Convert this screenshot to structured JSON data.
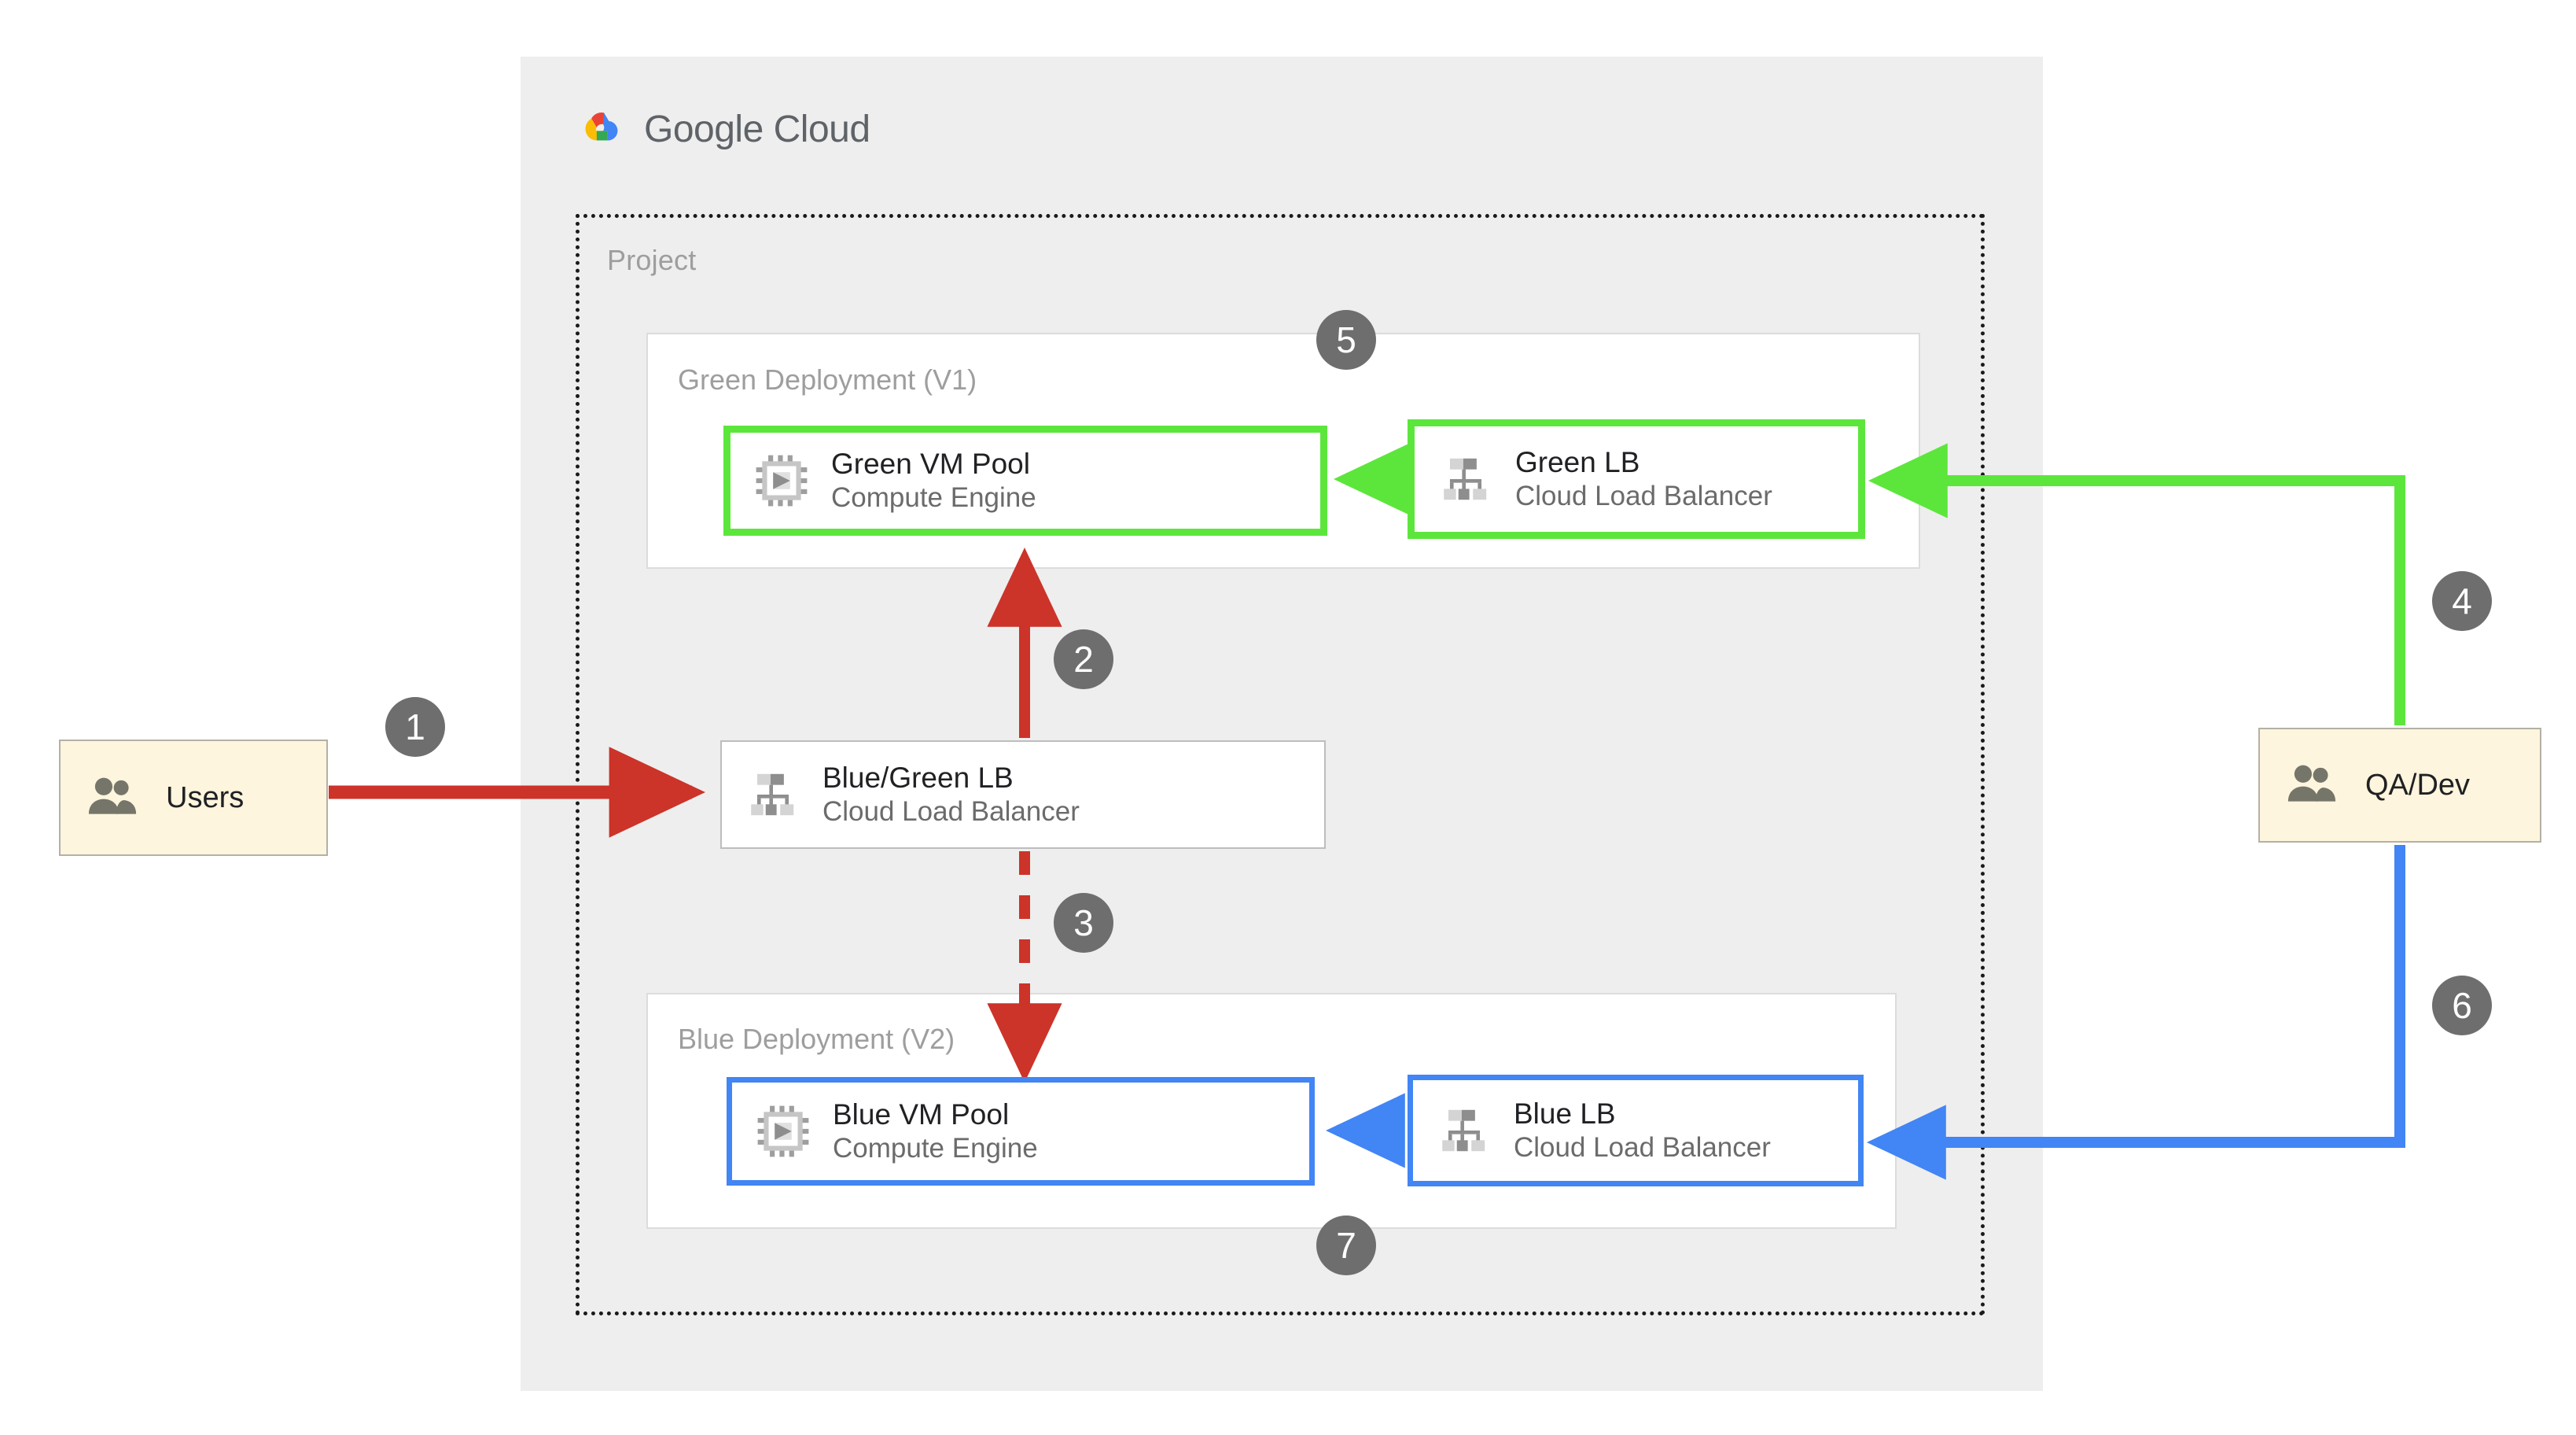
{
  "brand": {
    "logo_icon": "google-cloud-logo-icon",
    "name_part1": "Google",
    "name_part2": "Cloud"
  },
  "containers": {
    "project_label": "Project",
    "green_deployment_label": "Green Deployment (V1)",
    "blue_deployment_label": "Blue Deployment (V2)"
  },
  "actors": {
    "users": {
      "label": "Users",
      "icon": "people-icon"
    },
    "qa_dev": {
      "label": "QA/Dev",
      "icon": "people-icon"
    }
  },
  "nodes": {
    "green_vm": {
      "title": "Green VM Pool",
      "subtitle": "Compute Engine",
      "icon": "cpu-chip-icon"
    },
    "green_lb": {
      "title": "Green LB",
      "subtitle": "Cloud Load Balancer",
      "icon": "load-balancer-icon"
    },
    "bg_lb": {
      "title": "Blue/Green LB",
      "subtitle": "Cloud Load Balancer",
      "icon": "load-balancer-icon"
    },
    "blue_vm": {
      "title": "Blue VM Pool",
      "subtitle": "Compute Engine",
      "icon": "cpu-chip-icon"
    },
    "blue_lb": {
      "title": "Blue LB",
      "subtitle": "Cloud Load Balancer",
      "icon": "load-balancer-icon"
    }
  },
  "steps": [
    {
      "number": "1"
    },
    {
      "number": "2"
    },
    {
      "number": "3"
    },
    {
      "number": "4"
    },
    {
      "number": "5"
    },
    {
      "number": "6"
    },
    {
      "number": "7"
    }
  ],
  "colors": {
    "red": "#cc3329",
    "green": "#5ce63c",
    "blue": "#4285f4",
    "panel_gray": "#eeeeee",
    "badge_gray": "#6e6e6e",
    "actor_fill": "#fdf5dd",
    "label_gray": "#9e9e9e"
  }
}
